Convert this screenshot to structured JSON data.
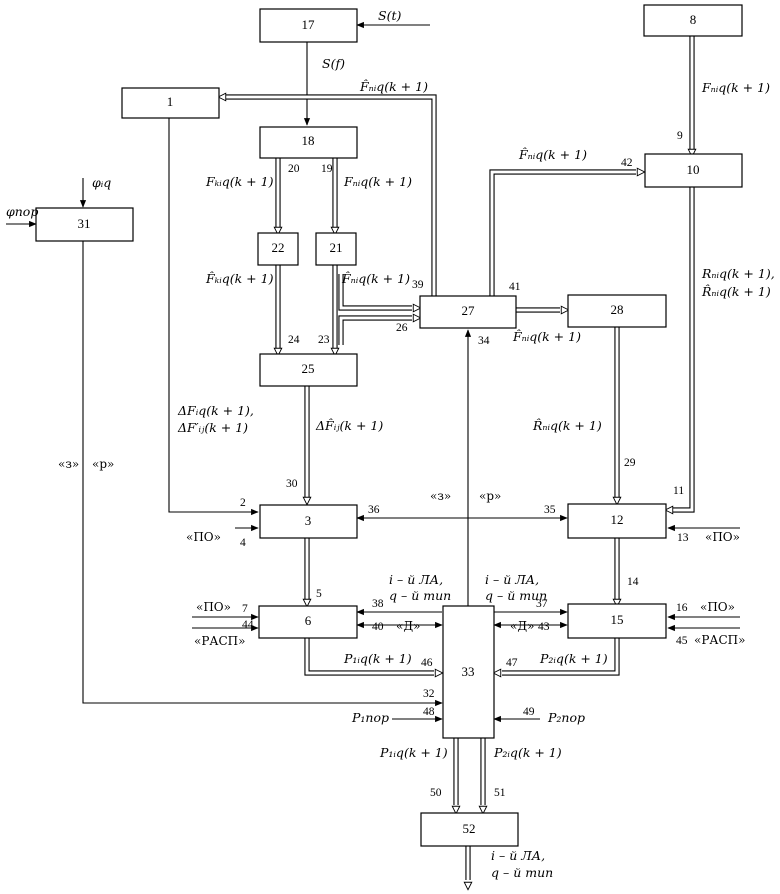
{
  "blocks": {
    "b1": "1",
    "b3": "3",
    "b6": "6",
    "b8": "8",
    "b10": "10",
    "b12": "12",
    "b15": "15",
    "b17": "17",
    "b18": "18",
    "b21": "21",
    "b22": "22",
    "b25": "25",
    "b27": "27",
    "b28": "28",
    "b31": "31",
    "b33": "33",
    "b52": "52"
  },
  "signals": {
    "s_t": "S(t)",
    "s_f": "S(f)",
    "fniq_hat_top": "F̂ₙᵢq(k + 1)",
    "fniq_8": "Fₙᵢq(k + 1)",
    "fkiq_20": "Fₖᵢq(k + 1)",
    "fniq_19": "Fₙᵢq(k + 1)",
    "fniq_hat_42": "F̂ₙᵢq(k + 1)",
    "fkiq_hat_22": "F̂ₖᵢq(k + 1)",
    "fniq_hat_21": "F̂ₙᵢq(k + 1)",
    "rniq_a": "Rₙᵢq(k + 1),",
    "rniq_b": "R̂ₙᵢq(k + 1)",
    "fniq_hat_28": "F̂ₙᵢq(k + 1)",
    "dfiq_a": "ΔFᵢq(k + 1),",
    "dfiq_b": "ΔF′ᵢⱼ(k + 1)",
    "dfhat_ij": "ΔF̂ᵢⱼ(k + 1)",
    "rniq_hat_29": "R̂ₙᵢq(k + 1)",
    "phi_iq": "φᵢq",
    "phi_por": "φпор",
    "p1iq_46": "P₁ᵢq(k + 1)",
    "p2iq_47": "P₂ᵢq(k + 1)",
    "p1por": "P₁пор",
    "p2por": "P₂пор",
    "p1iq_50": "P₁ᵢq(k + 1)",
    "p2iq_51": "P₂ᵢq(k + 1)"
  },
  "tags": {
    "z_left": "«з»",
    "r_left": "«р»",
    "z_mid": "«з»",
    "r_mid": "«р»",
    "po_3": "«ПО»",
    "po_13": "«ПО»",
    "po_7": "«ПО»",
    "rasp_44": "«РАСП»",
    "po_16": "«ПО»",
    "rasp_45": "«РАСП»",
    "d_40": "«Д»",
    "d_43": "«Д»",
    "la_left_1": "i – й ЛА,",
    "la_left_2": "q – й тип",
    "la_right_1": "i – й ЛА,",
    "la_right_2": "q – й тип",
    "la_bottom_1": "i – й ЛА,",
    "la_bottom_2": "q – й тип"
  },
  "ports": {
    "n2": "2",
    "n4": "4",
    "n5": "5",
    "n7": "7",
    "n9": "9",
    "n11": "11",
    "n13": "13",
    "n14": "14",
    "n16": "16",
    "n19": "19",
    "n20": "20",
    "n23": "23",
    "n24": "24",
    "n26": "26",
    "n29": "29",
    "n30": "30",
    "n32": "32",
    "n34": "34",
    "n35": "35",
    "n36": "36",
    "n37": "37",
    "n38": "38",
    "n39": "39",
    "n40": "40",
    "n41": "41",
    "n42": "42",
    "n43": "43",
    "n44": "44",
    "n45": "45",
    "n46": "46",
    "n47": "47",
    "n48": "48",
    "n49": "49",
    "n50": "50",
    "n51": "51"
  }
}
